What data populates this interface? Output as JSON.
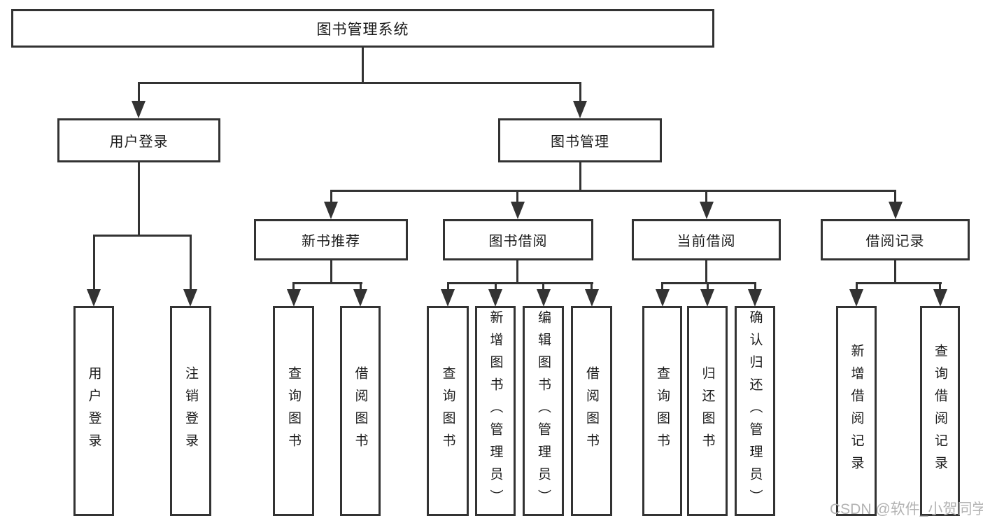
{
  "nodes": {
    "root": {
      "label": "图书管理系统"
    },
    "user_login": {
      "label": "用户登录"
    },
    "book_mgmt": {
      "label": "图书管理"
    },
    "new_book_rec": {
      "label": "新书推荐"
    },
    "book_borrow": {
      "label": "图书借阅"
    },
    "current_borrow": {
      "label": "当前借阅"
    },
    "borrow_record": {
      "label": "借阅记录"
    },
    "user_login_leaf": {
      "label": "用户登录"
    },
    "logout_leaf": {
      "label": "注销登录"
    },
    "rec_query_book": {
      "label": "查询图书"
    },
    "rec_borrow_book": {
      "label": "借阅图书"
    },
    "bb_query_book": {
      "label": "查询图书"
    },
    "bb_add_book": {
      "label": "新增图书（管理员）"
    },
    "bb_edit_book": {
      "label": "编辑图书（管理员）"
    },
    "bb_borrow_book": {
      "label": "借阅图书"
    },
    "cb_query_book": {
      "label": "查询图书"
    },
    "cb_return_book": {
      "label": "归还图书"
    },
    "cb_confirm_return": {
      "label": "确认归还（管理员）"
    },
    "br_add_record": {
      "label": "新增借阅记录"
    },
    "br_query_record": {
      "label": "查询借阅记录"
    }
  },
  "hierarchy": {
    "图书管理系统": {
      "用户登录": [
        "用户登录",
        "注销登录"
      ],
      "图书管理": {
        "新书推荐": [
          "查询图书",
          "借阅图书"
        ],
        "图书借阅": [
          "查询图书",
          "新增图书（管理员）",
          "编辑图书（管理员）",
          "借阅图书"
        ],
        "当前借阅": [
          "查询图书",
          "归还图书",
          "确认归还（管理员）"
        ],
        "借阅记录": [
          "新增借阅记录",
          "查询借阅记录"
        ]
      }
    }
  },
  "watermark": {
    "text": "CSDN @软件_小贺同学"
  },
  "colors": {
    "line": "#333333",
    "text": "#1a1a1a",
    "watermark": "#b3b3b3",
    "background": "#ffffff"
  }
}
